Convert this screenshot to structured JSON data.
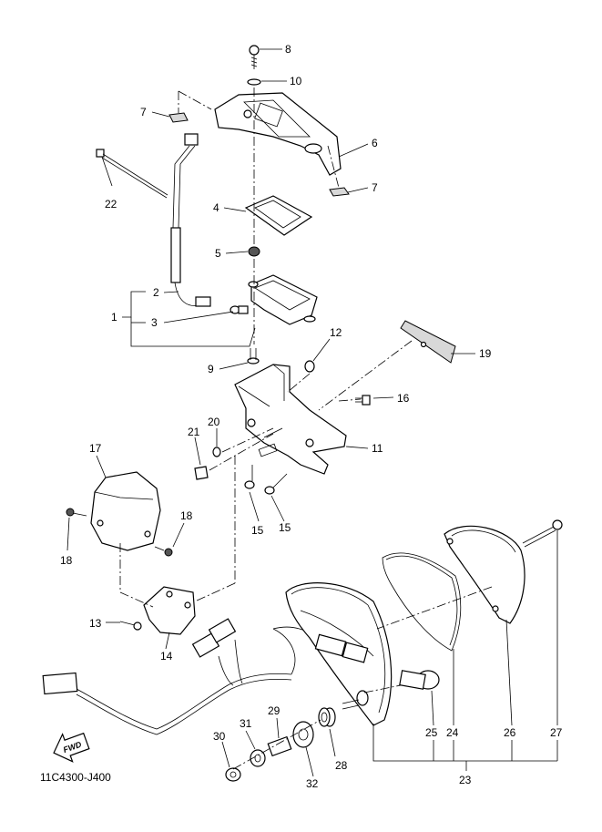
{
  "diagram": {
    "code": "11C4300-J400",
    "fwd_label": "FWD",
    "callouts": {
      "c1": "1",
      "c2": "2",
      "c3": "3",
      "c4": "4",
      "c5": "5",
      "c6": "6",
      "c7a": "7",
      "c7b": "7",
      "c8": "8",
      "c9": "9",
      "c10": "10",
      "c11": "11",
      "c12": "12",
      "c13": "13",
      "c14": "14",
      "c15a": "15",
      "c15b": "15",
      "c16": "16",
      "c17": "17",
      "c18a": "18",
      "c18b": "18",
      "c19": "19",
      "c20": "20",
      "c21": "21",
      "c22": "22",
      "c23": "23",
      "c24": "24",
      "c25": "25",
      "c26": "26",
      "c27": "27",
      "c28": "28",
      "c29": "29",
      "c30": "30",
      "c31": "31",
      "c32": "32"
    }
  }
}
